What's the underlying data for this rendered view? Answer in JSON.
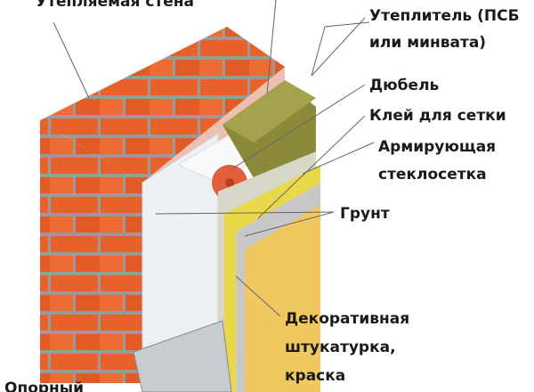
{
  "labels": {
    "wall": "Утепляемая стена",
    "insulation_1": "Утеплитель (ПСБ",
    "insulation_2": "или минвата)",
    "dowel": "Дюбель",
    "mesh_glue": "Клей для сетки",
    "mesh_1": "Армирующая",
    "mesh_2": "стеклосетка",
    "primer": "Грунт",
    "plaster_1": "Декоративная",
    "plaster_2": "штукатурка,",
    "plaster_3": "краска",
    "support": "Опорный"
  },
  "colors": {
    "brick": "#e8602a",
    "mortar": "#9a9a9a",
    "foam": "#f2f4f6",
    "mineral": "#8a8a3a",
    "mesh": "#e8d84a",
    "plaster": "#f0c860",
    "primer": "#c8c8c8",
    "dowel": "#e0603a"
  }
}
